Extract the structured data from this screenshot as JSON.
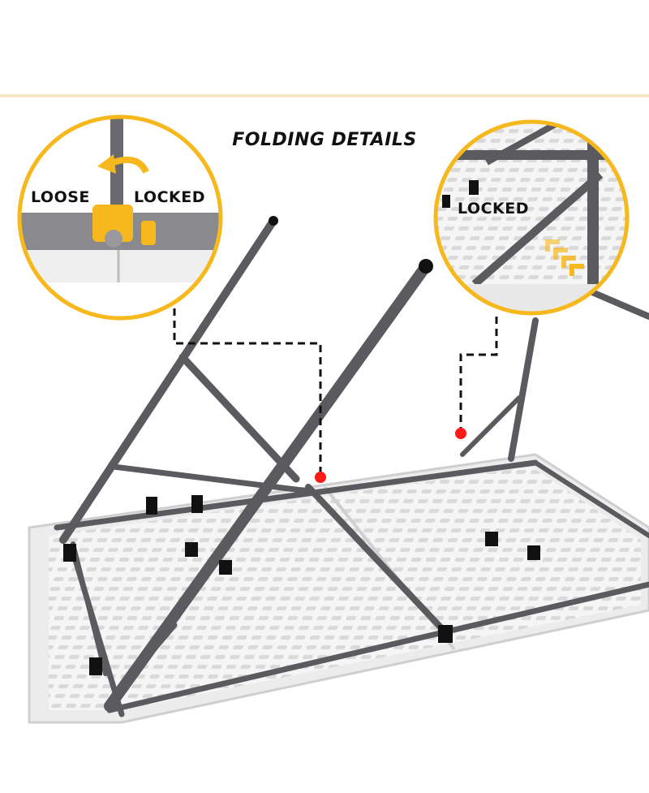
{
  "title": "FOLDING DETAILS",
  "callouts": {
    "left": {
      "label_left": "LOOSE",
      "label_right": "LOCKED"
    },
    "right": {
      "label": "LOCKED"
    }
  },
  "colors": {
    "accent_yellow": "#f6b81c",
    "frame_gray": "#5b5b5f",
    "table_white": "#f3f3f3",
    "marker_red": "#ff1a1a"
  }
}
